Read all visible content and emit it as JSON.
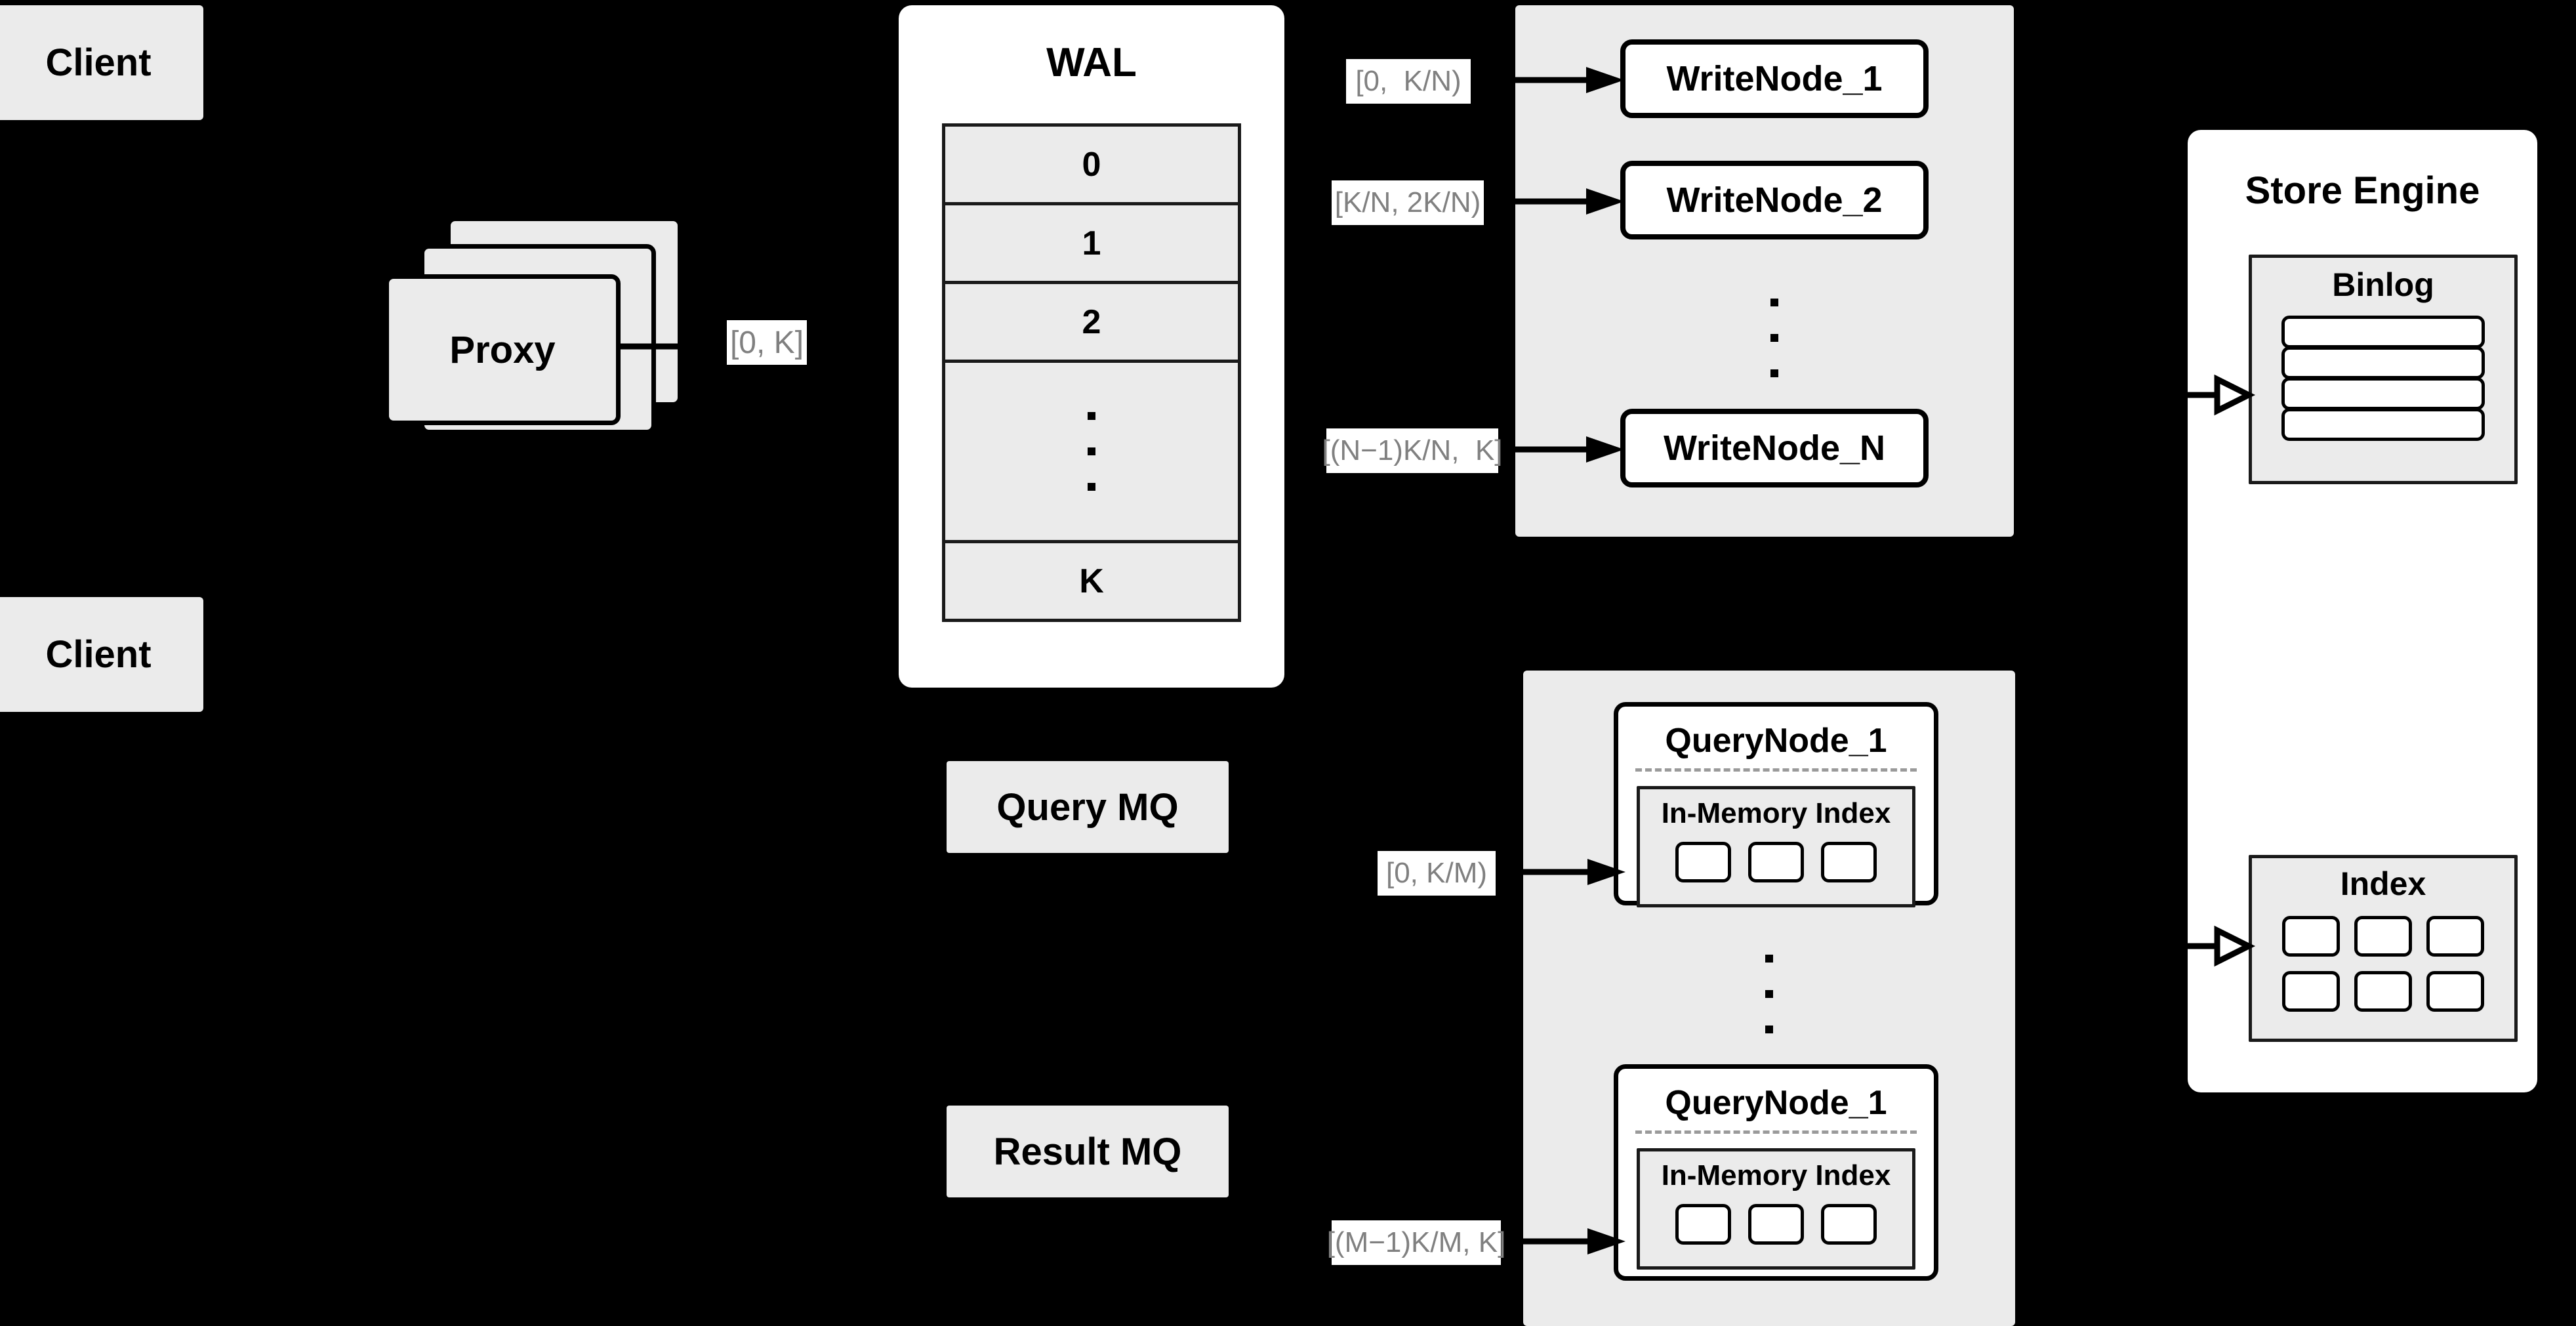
{
  "diagram": {
    "background_color": "#000000",
    "box_fill": "#ebebeb",
    "panel_fill": "#ffffff",
    "label_text_color": "#808080",
    "stroke_color": "#000000"
  },
  "clients": [
    {
      "label": "Client"
    },
    {
      "label": "Client"
    }
  ],
  "proxy": {
    "label": "Proxy",
    "stack_count": 3
  },
  "wal": {
    "title": "WAL",
    "rows": [
      "0",
      "1",
      "2",
      "···",
      "K"
    ],
    "ellipsis_row_index": 3
  },
  "queues": {
    "query_mq": "Query MQ",
    "result_mq": "Result MQ"
  },
  "edge_labels": {
    "proxy_to_wal": "[0, K]",
    "wal_to_write_1": "[0,  K/N)",
    "wal_to_write_2": "[K/N, 2K/N)",
    "wal_to_write_n": "[(N−1)K/N,  K]",
    "mq_to_query_1": "[0, K/M)",
    "mq_to_query_m": "[(M−1)K/M, K]"
  },
  "write_cluster": {
    "nodes": [
      {
        "label": "WriteNode_1"
      },
      {
        "label": "WriteNode_2"
      },
      {
        "label": "WriteNode_N"
      }
    ],
    "ellipsis": "···"
  },
  "query_cluster": {
    "nodes": [
      {
        "title": "QueryNode_1",
        "index_title": "In-Memory Index",
        "segment_count": 3
      },
      {
        "title": "QueryNode_1",
        "index_title": "In-Memory Index",
        "segment_count": 3
      }
    ],
    "ellipsis": "···"
  },
  "store_engine": {
    "title": "Store Engine",
    "binlog": {
      "title": "Binlog",
      "row_count": 4
    },
    "index": {
      "title": "Index",
      "cell_count": 6,
      "columns": 3,
      "rows": 2
    }
  }
}
